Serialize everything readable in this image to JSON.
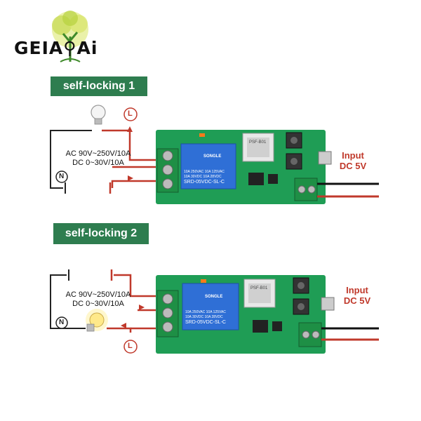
{
  "logo": {
    "text": "GEIA⚲Ai"
  },
  "sections": [
    {
      "title": "self-locking 1",
      "spec_line1": "AC 90V~250V/10A",
      "spec_line2": "DC 0~30V/10A",
      "l_marker": "L",
      "n_marker": "N",
      "input_line1": "Input",
      "input_line2": "DC 5V"
    },
    {
      "title": "self-locking 2",
      "spec_line1": "AC 90V~250V/10A",
      "spec_line2": "DC 0~30V/10A",
      "l_marker": "L",
      "n_marker": "N",
      "input_line1": "Input",
      "input_line2": "DC 5V"
    }
  ],
  "board": {
    "relay_brand": "SONGLE",
    "relay_model": "SRD-05VDC-SL-C",
    "relay_rating1": "10A 250VAC  10A 125VAC",
    "relay_rating2": "10A 30VDC  10A 28VDC",
    "module_label": "PSF-B01"
  },
  "colors": {
    "banner": "#2e7d4f",
    "wire_red": "#c0392b",
    "pcb": "#1f9d55",
    "relay": "#2f6fd6"
  }
}
